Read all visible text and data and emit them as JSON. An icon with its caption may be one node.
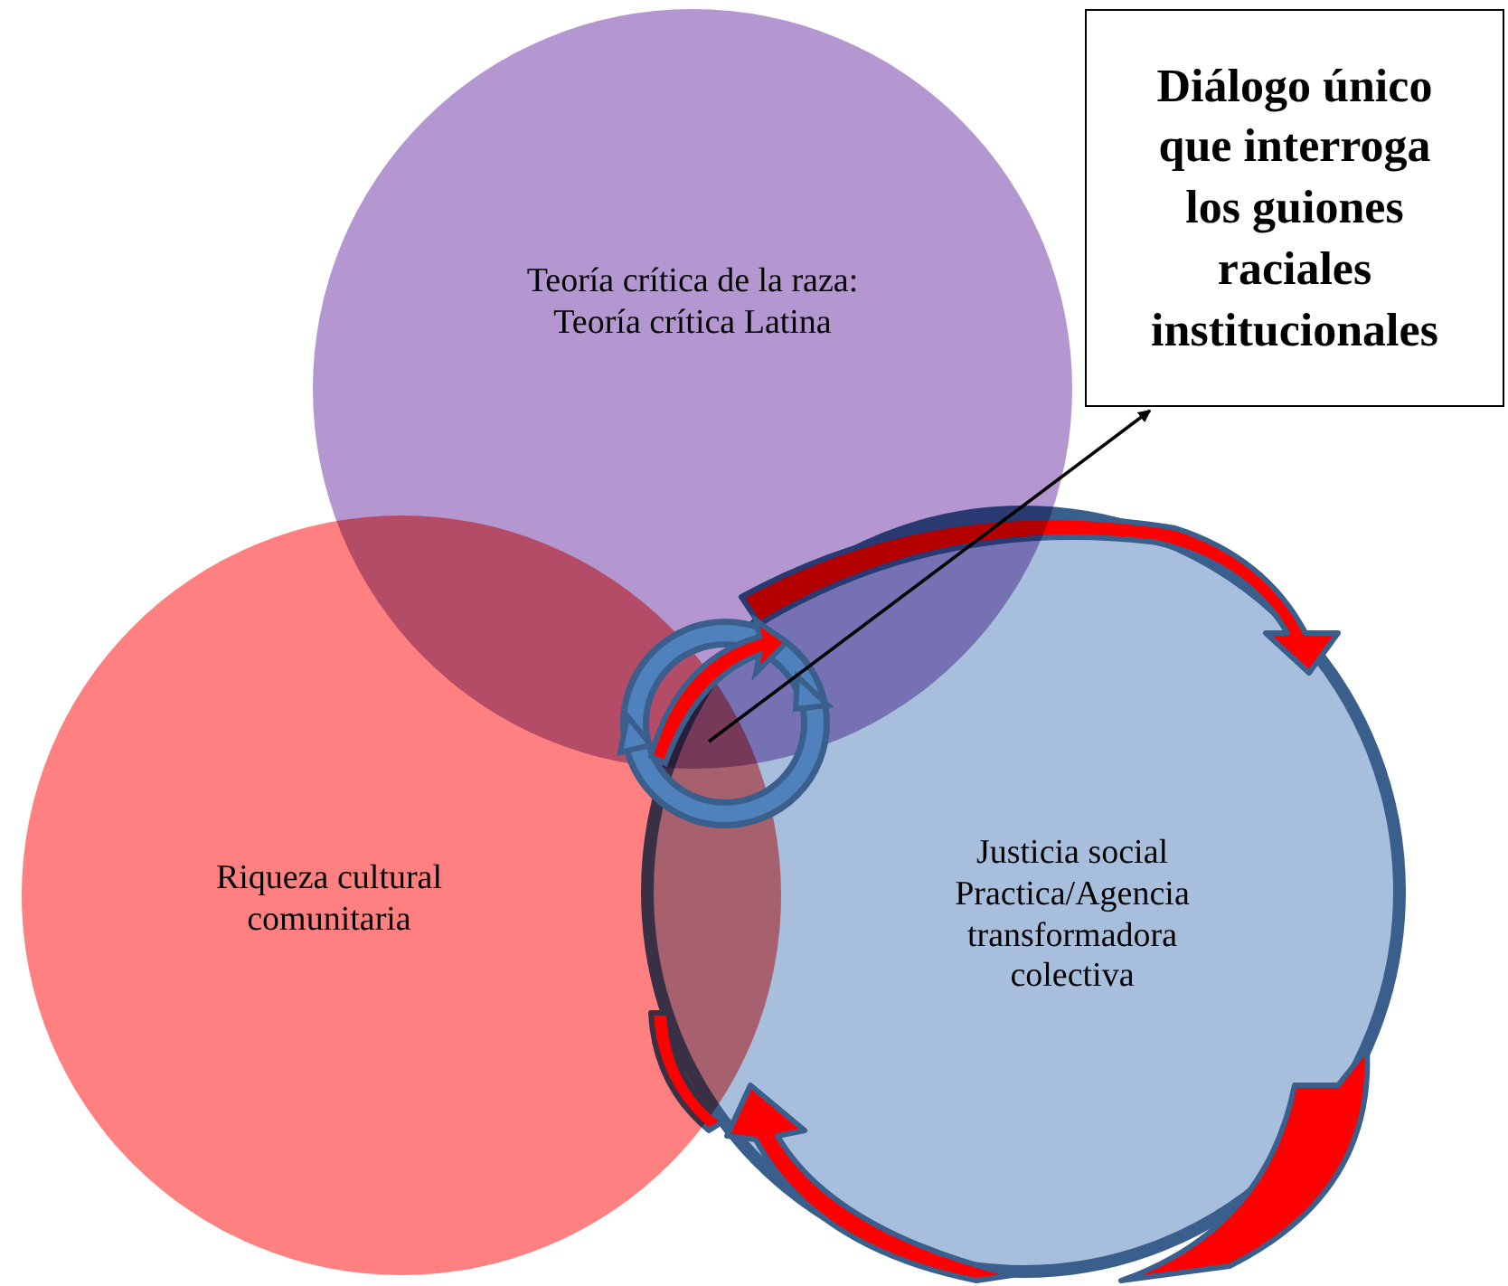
{
  "diagram": {
    "nodes": [
      {
        "text": [
          "Teoría crítica de la raza: Teoría crítica Latina"
        ]
      },
      {
        "text": [
          "Riqueza cultural comunitaria"
        ]
      },
      {
        "text": [
          "Justicia social Practica/Agencia transformadora colectiva"
        ]
      },
      {
        "text": [
          "Diálogo único que interroga los guiones raciales institucionales"
        ]
      },
      {
        "text": [],
        "shape": "circle"
      }
    ],
    "edges": [
      {
        "from": 4,
        "to": 3,
        "arrow": "to"
      }
    ]
  }
}
